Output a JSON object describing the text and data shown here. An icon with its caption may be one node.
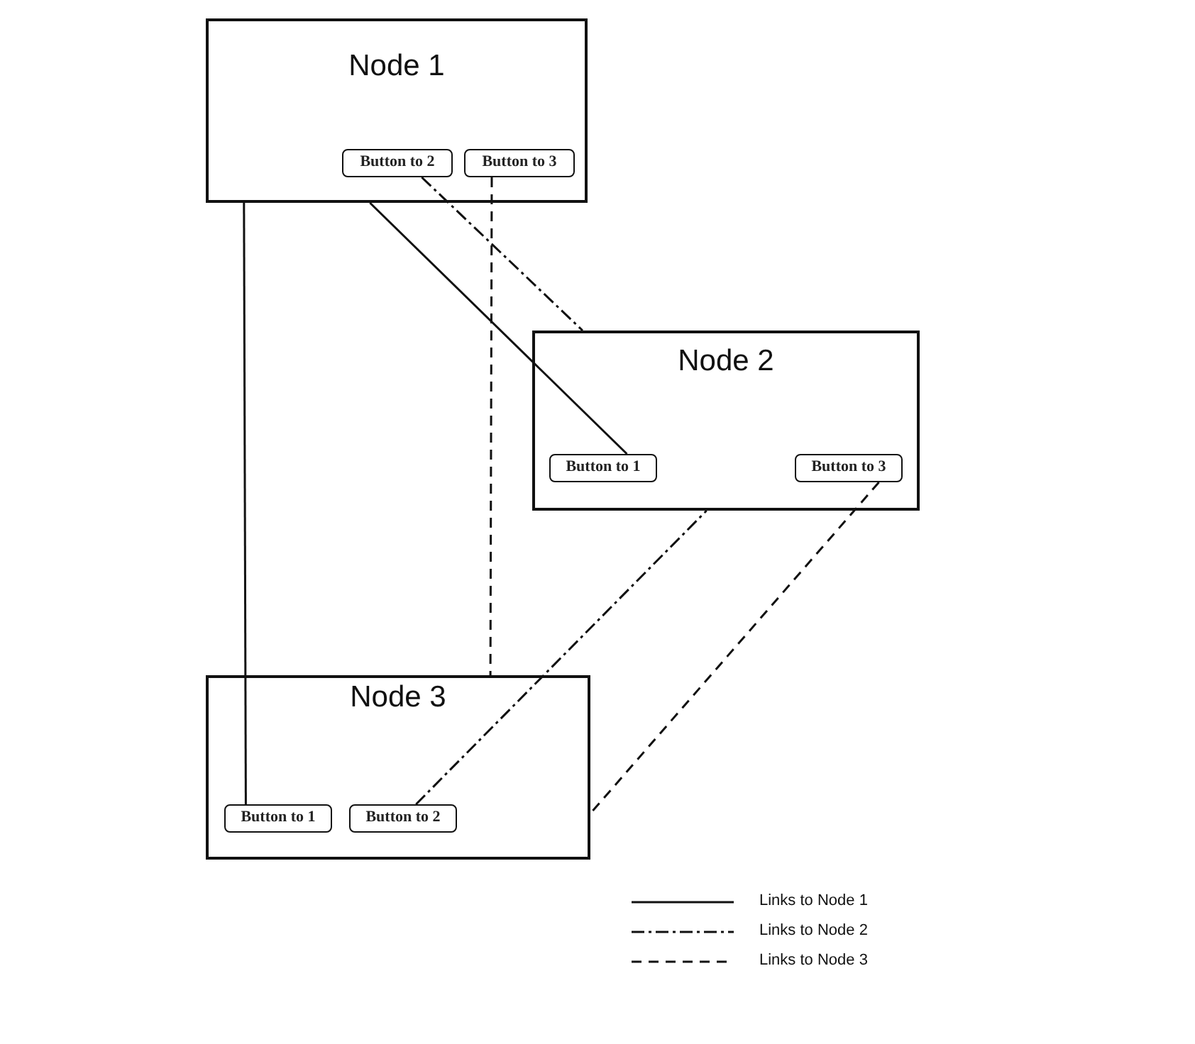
{
  "diagram": {
    "nodes": [
      {
        "text": [
          "Node 1"
        ]
      },
      {
        "text": [
          "Button to 2"
        ],
        "in": 0
      },
      {
        "text": [
          "Button to 3"
        ],
        "in": 0
      },
      {
        "text": [
          "Node 2"
        ]
      },
      {
        "text": [
          "Button to 1"
        ],
        "in": 3
      },
      {
        "text": [
          "Button to 3"
        ],
        "in": 3
      },
      {
        "text": [
          "Node 3"
        ]
      },
      {
        "text": [
          "Button to 1"
        ],
        "in": 6
      },
      {
        "text": [
          "Button to 2"
        ],
        "in": 6
      }
    ],
    "edges": [
      {
        "from": 7,
        "to": 0,
        "arrow": "none"
      },
      {
        "from": 4,
        "to": 0,
        "arrow": "none"
      },
      {
        "from": 1,
        "to": 3,
        "arrow": "none",
        "style": "dashed"
      },
      {
        "from": 8,
        "to": 3,
        "arrow": "none",
        "style": "dashed"
      },
      {
        "from": 2,
        "to": 6,
        "arrow": "none",
        "style": "dashed"
      },
      {
        "from": 5,
        "to": 6,
        "arrow": "none",
        "style": "dashed"
      }
    ],
    "legend": [
      {
        "text": "Links to Node 1"
      },
      {
        "text": "Links to Node 2"
      },
      {
        "text": "Links to Node 3"
      }
    ]
  }
}
